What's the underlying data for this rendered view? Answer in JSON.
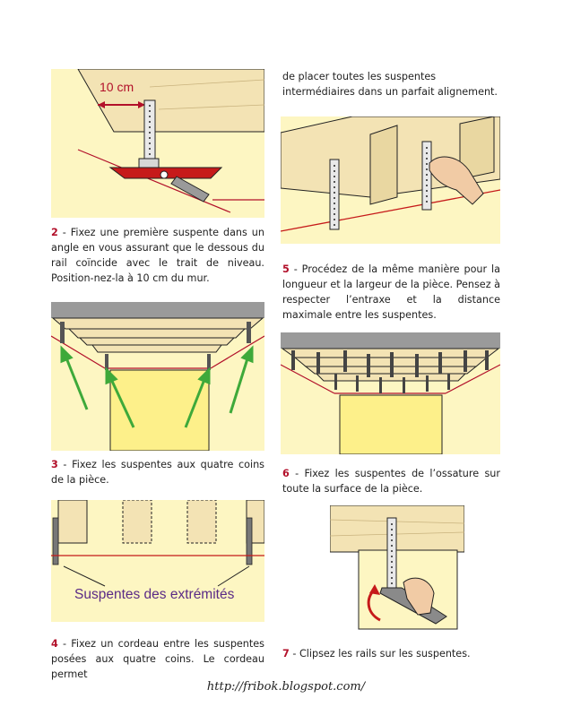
{
  "captions": {
    "c2": {
      "num": "2",
      "text": " - Fixez une première suspente dans un angle en vous assurant que le dessous du rail coïncide avec le trait de niveau. Position-nez-la à 10 cm du mur."
    },
    "c3": {
      "num": "3",
      "text": " - Fixez les suspentes aux quatre coins de la pièce."
    },
    "c4": {
      "num": "4",
      "text": " - Fixez un cordeau entre les suspentes posées aux quatre coins. Le cordeau permet"
    },
    "c4cont": {
      "text": "de placer toutes les suspentes intermédiaires dans un parfait alignement."
    },
    "c5": {
      "num": "5",
      "text": " - Procédez de la même manière pour la longueur et la largeur de la pièce. Pensez à respecter l’entraxe et la distance maximale entre les suspentes."
    },
    "c6": {
      "num": "6",
      "text": " - Fixez les suspentes de l’ossature sur toute la surface de la pièce."
    },
    "c7": {
      "num": "7",
      "text": " - Clipsez les rails sur les suspentes."
    }
  },
  "labels": {
    "distance": "10 cm",
    "suspentes_extremites": "Suspentes des extrémités"
  },
  "footer": {
    "url": "http://fribok.blogspot.com/"
  },
  "colors": {
    "panel_bg": "#fdf6c2",
    "wood": "#f3e3b4",
    "accent": "#b2102a",
    "arrow_green": "#3ea93a"
  }
}
